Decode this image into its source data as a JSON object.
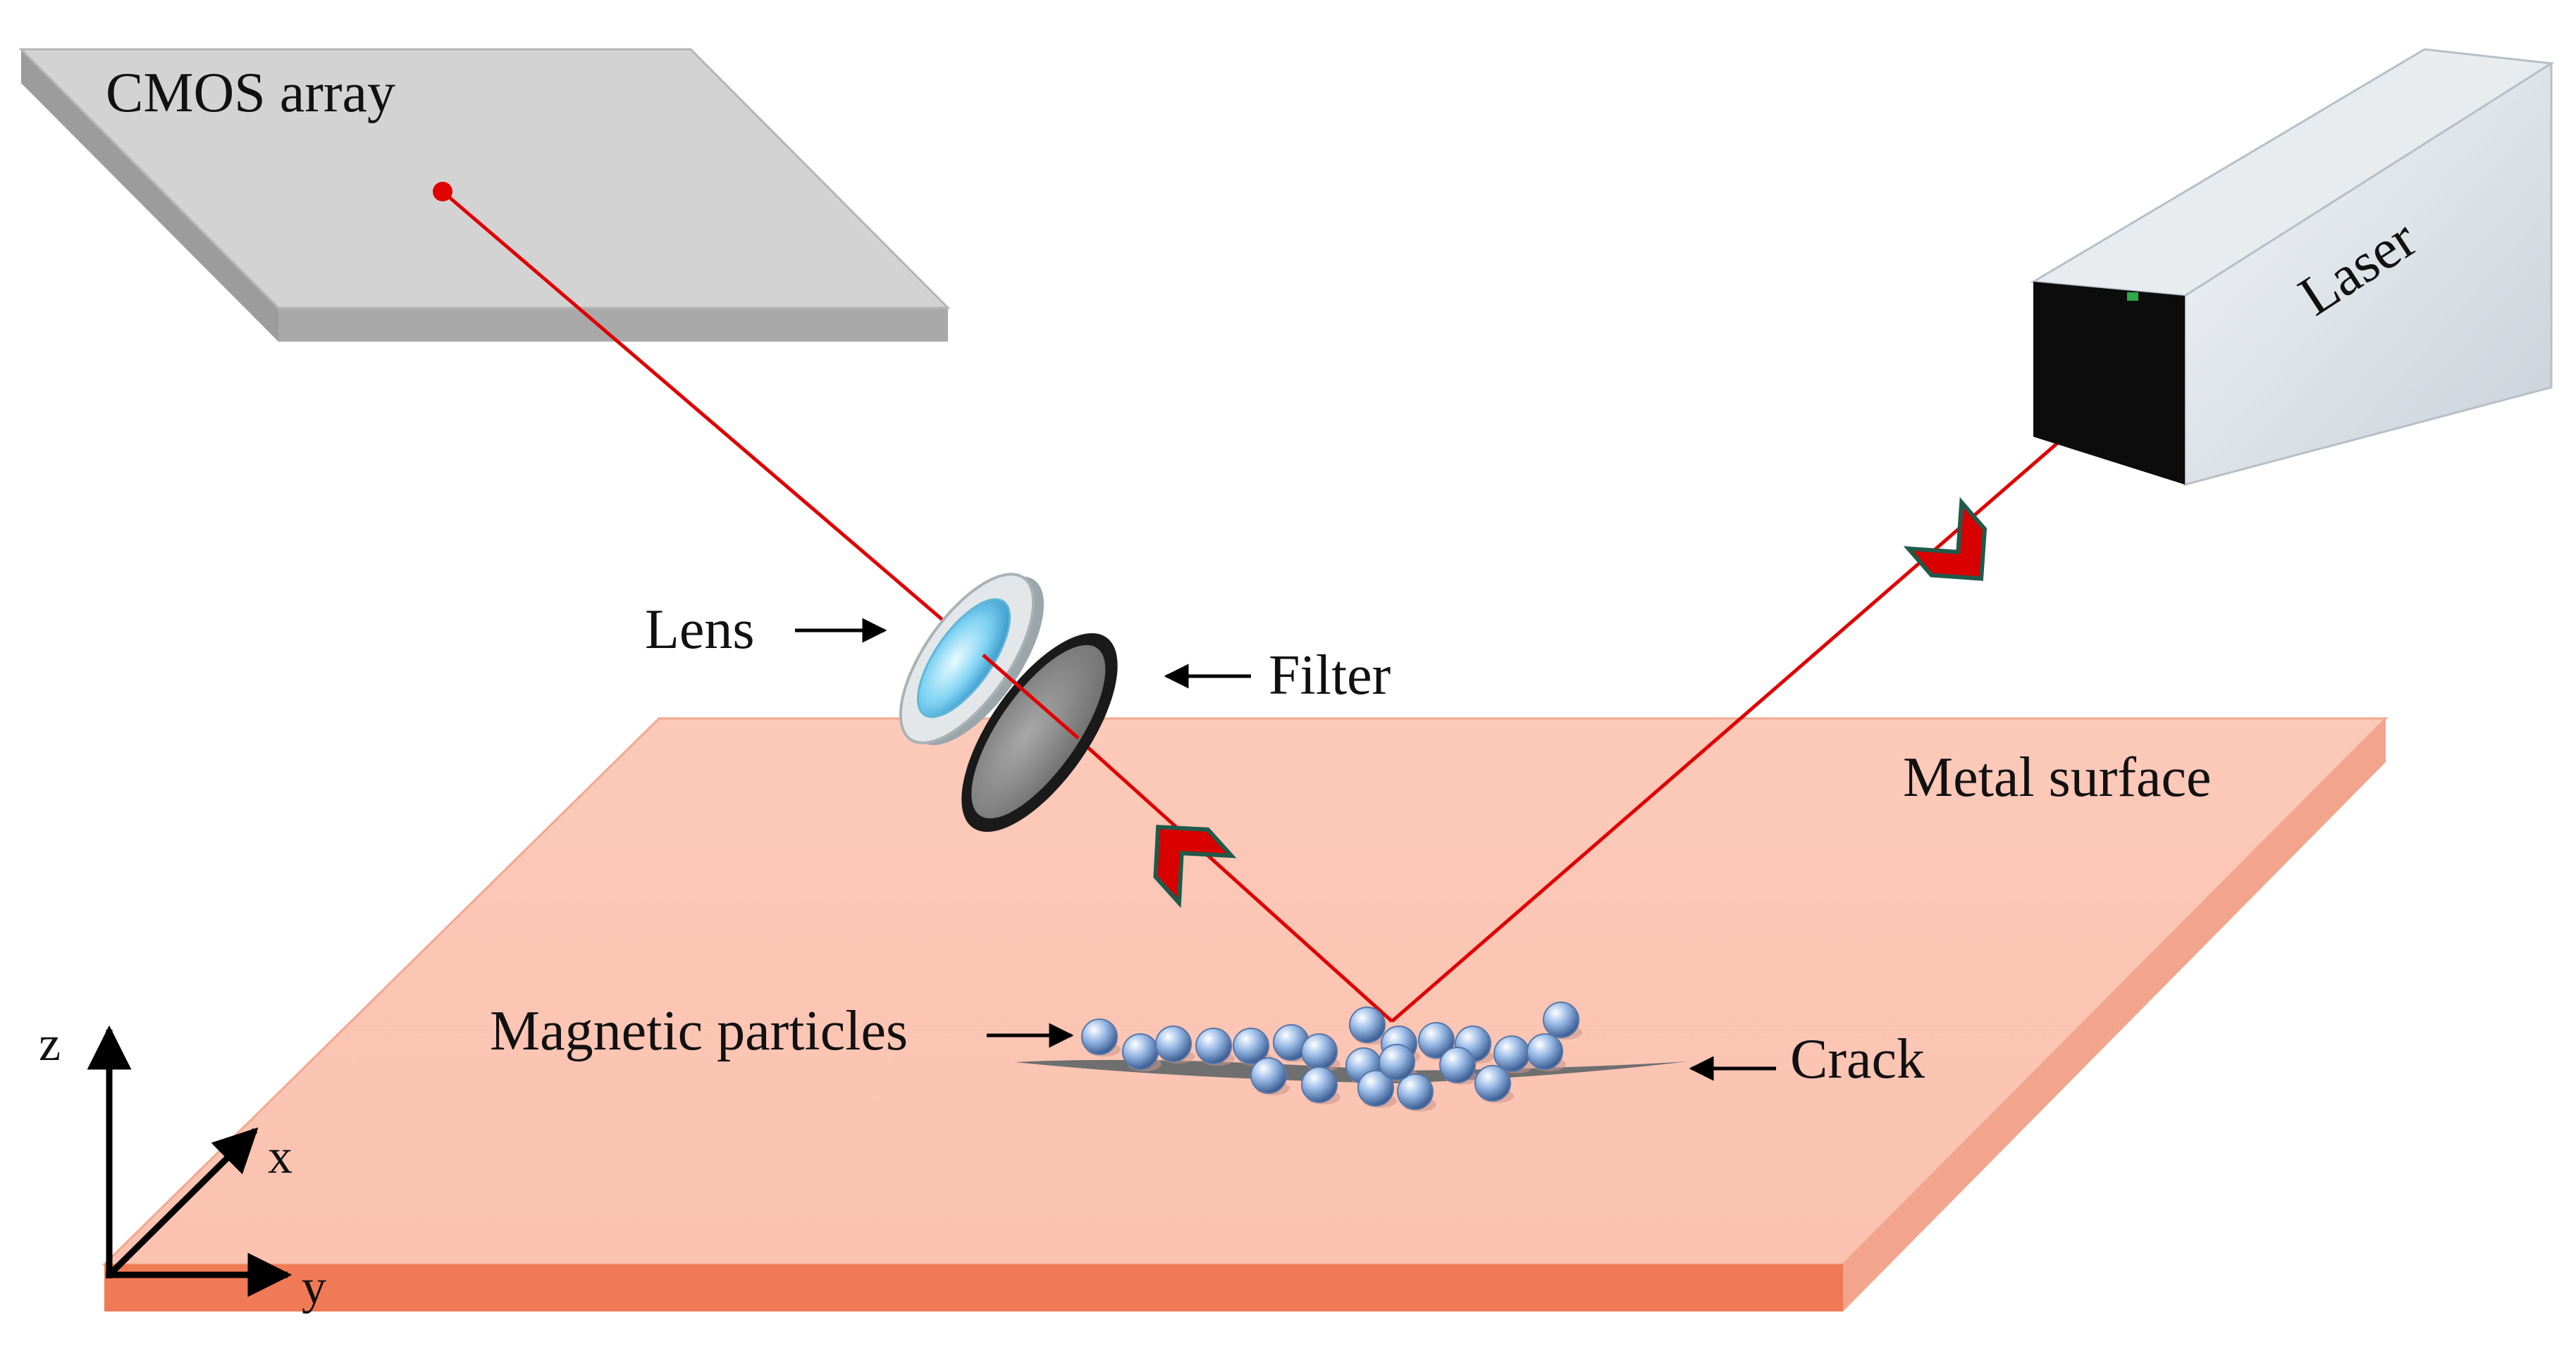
{
  "labels": {
    "cmos": "CMOS array",
    "laser": "Laser",
    "lens": "Lens",
    "filter": "Filter",
    "metal_surface": "Metal surface",
    "magnetic_particles": "Magnetic particles",
    "crack": "Crack",
    "axis_z": "z",
    "axis_x": "x",
    "axis_y": "y"
  },
  "colors": {
    "beam": "#e00000",
    "metal_top": "#fbc6b6",
    "metal_edge": "#f08a68",
    "cmos_top": "#d2d2d2",
    "cmos_edge": "#a8a8a8",
    "particle": "#8fb4e6",
    "lens_glass": "#8fd9f5",
    "filter_glass": "#8e8e8e",
    "arrow_marker": "#d90000",
    "arrow_outline": "#1f5a4a"
  }
}
